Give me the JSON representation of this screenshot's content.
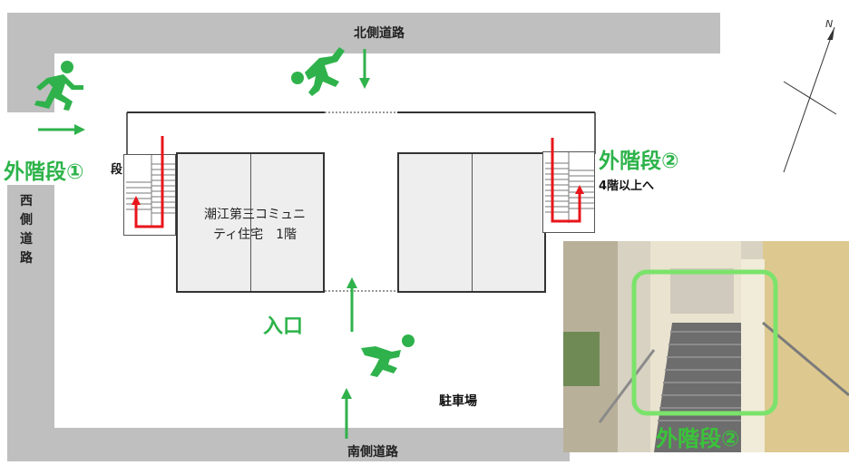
{
  "roads": {
    "north": "北側道路",
    "south": "南側道路",
    "west": "西側道路"
  },
  "building": {
    "name_line1": "潮江第三コミュニ",
    "name_line2": "ティ住宅　1階"
  },
  "labels": {
    "stairs1": "外階段①",
    "stairs1_suffix": "段",
    "stairs2": "外階段②",
    "upper_floors": "4階以上へ",
    "entrance": "入口",
    "parking": "駐車場",
    "photo_caption": "外階段②"
  },
  "compass": {
    "north_letter": "N"
  },
  "colors": {
    "road": "#bfbfbf",
    "route": "#e8161b",
    "arrow": "#2fb24b",
    "label_green": "#2db34a",
    "photo_frame": "#7be36b"
  },
  "icons": [
    "running-person-icon",
    "walking-person-icon",
    "green-arrow-icon",
    "red-route-arrow-icon",
    "north-compass-icon"
  ]
}
